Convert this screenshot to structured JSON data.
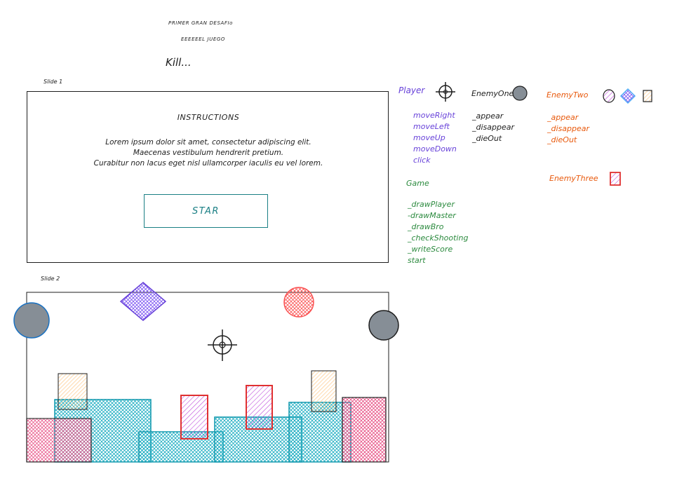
{
  "header": {
    "title": "PRIMER GRAN DESAFIo",
    "subtitle": "EEEEEEL JUEGO",
    "tagline": "Kill..."
  },
  "slide1": {
    "label": "Slide 1",
    "heading": "INSTRUCTIONS",
    "body_lines": [
      "Lorem ipsum dolor sit amet, consectetur adipiscing elit.",
      "Maecenas vestibulum hendrerit pretium.",
      "Curabitur non lacus eget nisl ullamcorper iaculis eu vel lorem."
    ],
    "button_label": "STAR"
  },
  "slide2": {
    "label": "Slide 2"
  },
  "classes": {
    "player": {
      "name": "Player",
      "methods": [
        "moveRight",
        "moveLeft",
        "moveUp",
        "moveDown",
        "click"
      ]
    },
    "enemy_one": {
      "name": "EnemyOne",
      "methods": [
        "_appear",
        "_disappear",
        "_dieOut"
      ]
    },
    "enemy_two": {
      "name": "EnemyTwo",
      "methods": [
        "_appear",
        "_disappear",
        "_dieOut"
      ]
    },
    "enemy_three": {
      "name": "EnemyThree"
    },
    "game": {
      "name": "Game",
      "methods": [
        "_drawPlayer",
        "-drawMaster",
        "_drawBro",
        "_checkShooting",
        "_writeScore",
        "start"
      ]
    }
  },
  "colors": {
    "player": "#6741d9",
    "game": "#2b8a3e",
    "enemy": "#e8590c",
    "teal": "#15aabf",
    "pink": "#e64980",
    "gray": "#868e96",
    "peach": "#f59f00"
  }
}
